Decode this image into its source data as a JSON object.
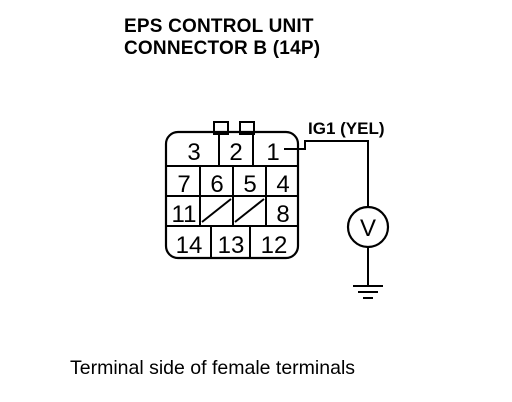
{
  "title": {
    "line1": "EPS CONTROL UNIT",
    "line2": "CONNECTOR B (14P)"
  },
  "connector": {
    "pins": {
      "p1": "1",
      "p2": "2",
      "p3": "3",
      "p4": "4",
      "p5": "5",
      "p6": "6",
      "p7": "7",
      "p8": "8",
      "p11": "11",
      "p12": "12",
      "p13": "13",
      "p14": "14"
    }
  },
  "wire_label": "IG1 (YEL)",
  "meter_symbol": "V",
  "caption": "Terminal side of female terminals"
}
